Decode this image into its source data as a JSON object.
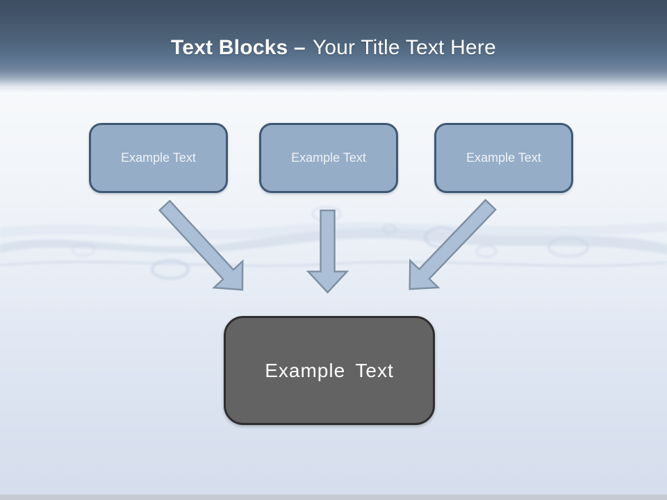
{
  "header": {
    "title_bold": "Text Blocks –",
    "title_regular": "Your Title Text Here"
  },
  "diagram": {
    "sources": [
      {
        "label": "Example Text"
      },
      {
        "label": "Example Text"
      },
      {
        "label": "Example Text"
      }
    ],
    "target": {
      "label": "Example Text"
    },
    "arrow_icons": [
      "arrow-diagonal-down-right-icon",
      "arrow-down-icon",
      "arrow-diagonal-down-left-icon"
    ]
  },
  "colors": {
    "header_top": "#3d4e61",
    "header_mid": "#56708a",
    "source_box_fill": "#95adc7",
    "source_box_border": "#3f5874",
    "source_box_text": "#eef3f8",
    "arrow_fill": "#abc0d7",
    "arrow_stroke": "#7f91a4",
    "target_box_fill": "#636363",
    "target_box_border": "#2e2e2e",
    "target_box_text": "#ffffff",
    "background_bottom": "#d7dfee",
    "bottom_strip": "#c6cad3"
  }
}
